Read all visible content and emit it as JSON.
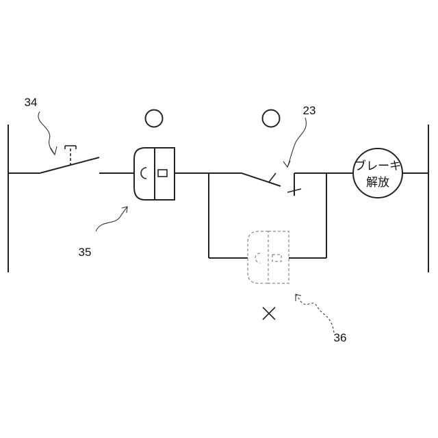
{
  "labels": {
    "ref_34": "34",
    "ref_35": "35",
    "ref_23": "23",
    "ref_36": "36"
  },
  "coil": {
    "line1": "ブレーキ",
    "line2": "解放"
  },
  "symbols": {
    "cross": "✕"
  },
  "colors": {
    "line": "#222222",
    "ghost": "#888888",
    "background": "#ffffff"
  }
}
